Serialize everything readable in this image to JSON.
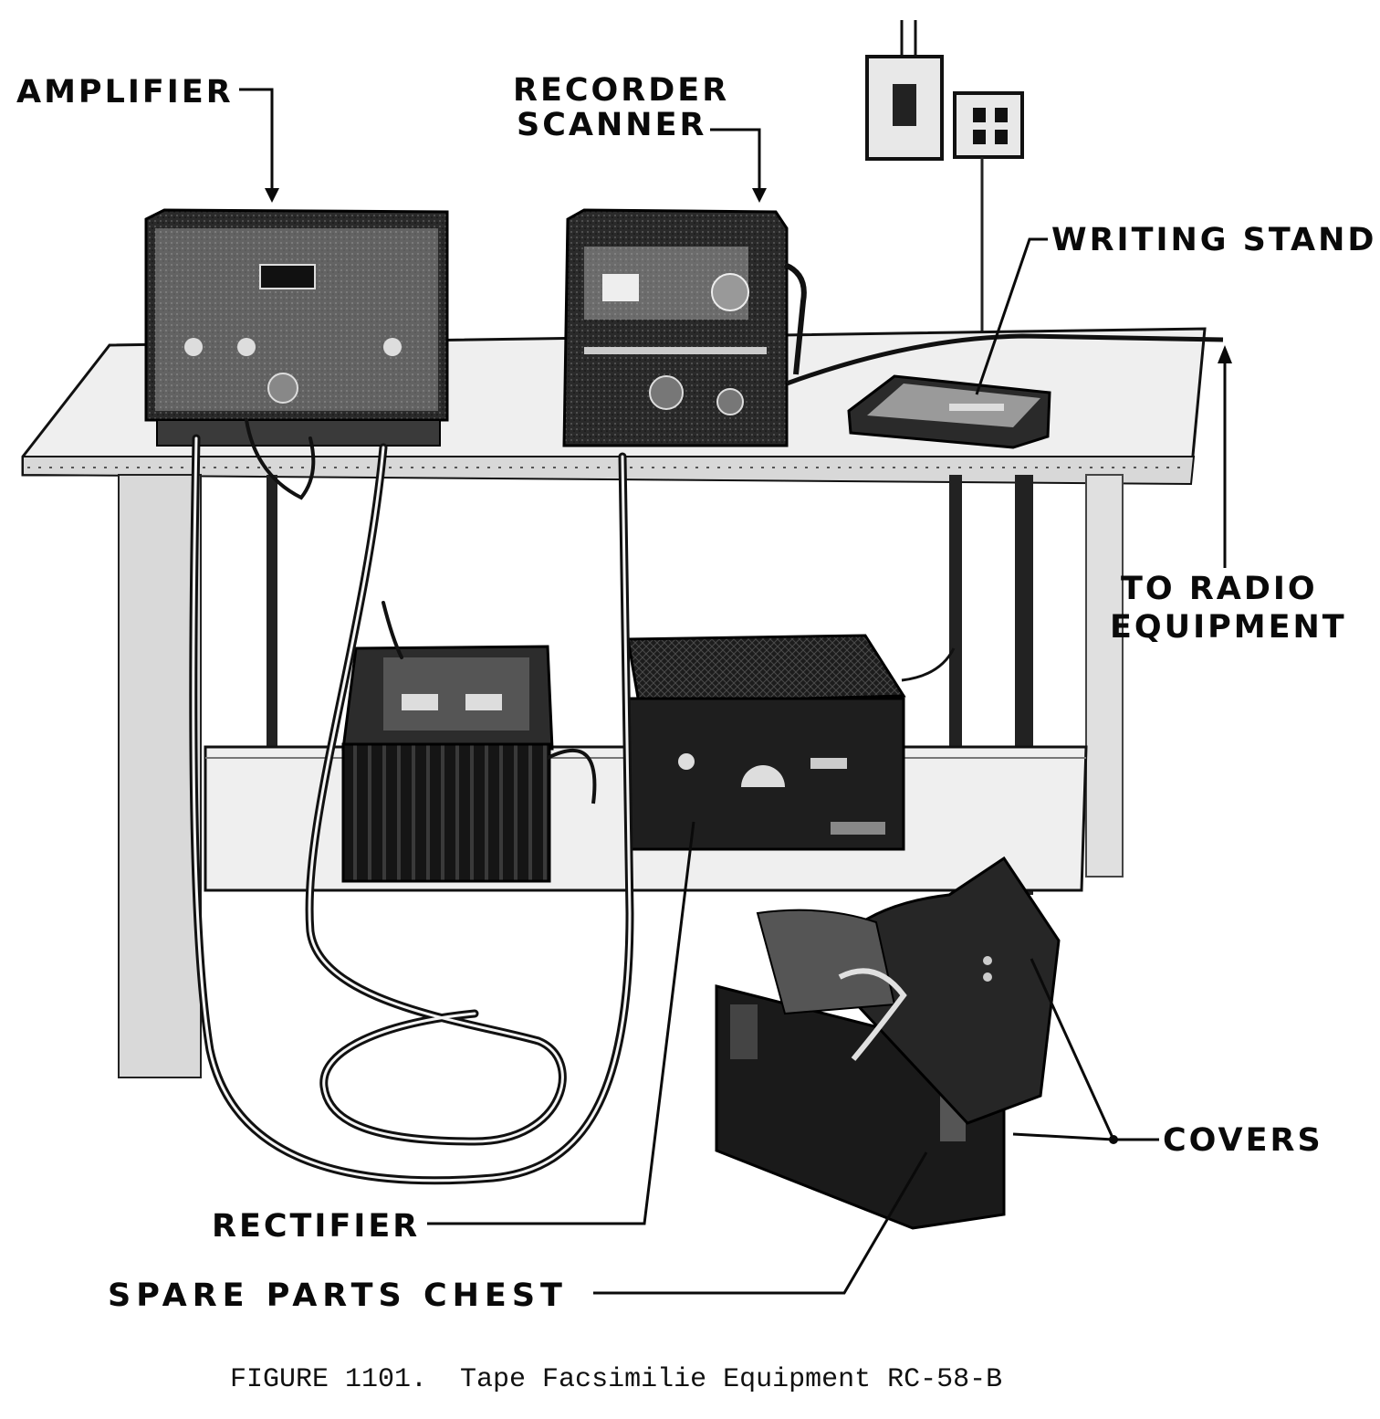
{
  "labels": {
    "amplifier": "AMPLIFIER",
    "recorder_line1": "RECORDER",
    "recorder_line2": "SCANNER",
    "writing_stand": "WRITING STAND",
    "to_radio_line1": "TO RADIO",
    "to_radio_line2": "EQUIPMENT",
    "covers": "COVERS",
    "rectifier": "RECTIFIER",
    "spare_parts_chest": "SPARE PARTS CHEST"
  },
  "caption": "FIGURE 1101.  Tape Facsimilie Equipment RC-58-B"
}
